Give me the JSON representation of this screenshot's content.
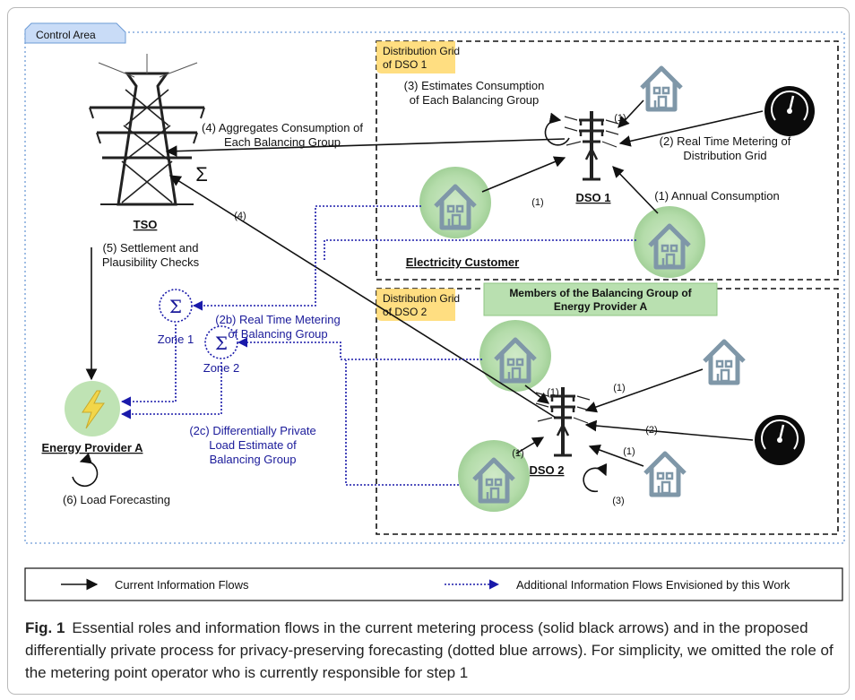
{
  "colors": {
    "blue_flow": "#1a1aaa",
    "house_glow": "#a9d6a2",
    "house_stroke": "#7f97a8",
    "grid_label_bg": "#ffd86b",
    "members_bg": "#b9e0b0",
    "control_area_bg": "#c9dcf7",
    "meter_black": "#0b0b0b",
    "energy_green": "#bfe3b4",
    "bolt_yellow": "#f2d64a"
  },
  "control_area": {
    "label": "Control Area"
  },
  "grid1": {
    "label_line1": "Distribution Grid",
    "label_line2": "of DSO 1"
  },
  "grid2": {
    "label_line1": "Distribution Grid",
    "label_line2": "of DSO 2"
  },
  "members": {
    "line1": "Members of the Balancing Group of",
    "line2": "Energy Provider A"
  },
  "tso": {
    "label": "TSO"
  },
  "sigma": "Σ",
  "dso1": {
    "label": "DSO 1"
  },
  "dso2": {
    "label": "DSO 2"
  },
  "zones": {
    "zone1": "Zone 1",
    "zone2": "Zone 2"
  },
  "electricity_customer": "Electricity Customer",
  "energy_provider": "Energy Provider A",
  "flows": {
    "aggregates_1": "(4) Aggregates Consumption of",
    "aggregates_2": "Each Balancing Group",
    "estimates_1": "(3) Estimates Consumption",
    "estimates_2": "of Each Balancing Group",
    "rtm_dist_1": "(2) Real Time Metering of",
    "rtm_dist_2": "Distribution Grid",
    "annual": "(1) Annual Consumption",
    "settlement_1": "(5) Settlement and",
    "settlement_2": "Plausibility Checks",
    "rtm_bg_1": "(2b) Real Time Metering",
    "rtm_bg_2": "of Balancing Group",
    "dp_1": "(2c) Differentially Private",
    "dp_2": "Load Estimate of",
    "dp_3": "Balancing Group",
    "forecasting": "(6) Load Forecasting",
    "step1": "(1)",
    "step2": "(2)",
    "step3": "(3)",
    "step4": "(4)"
  },
  "legend": {
    "current": "Current Information Flows",
    "additional": "Additional Information Flows Envisioned by this Work"
  },
  "caption": {
    "fig_label": "Fig. 1",
    "text": "Essential roles and information flows in the current metering process (solid black arrows) and in the proposed differentially private process for privacy-preserving forecasting (dotted blue arrows). For simplicity, we omitted the role of the metering point operator who is currently responsible for step 1"
  }
}
